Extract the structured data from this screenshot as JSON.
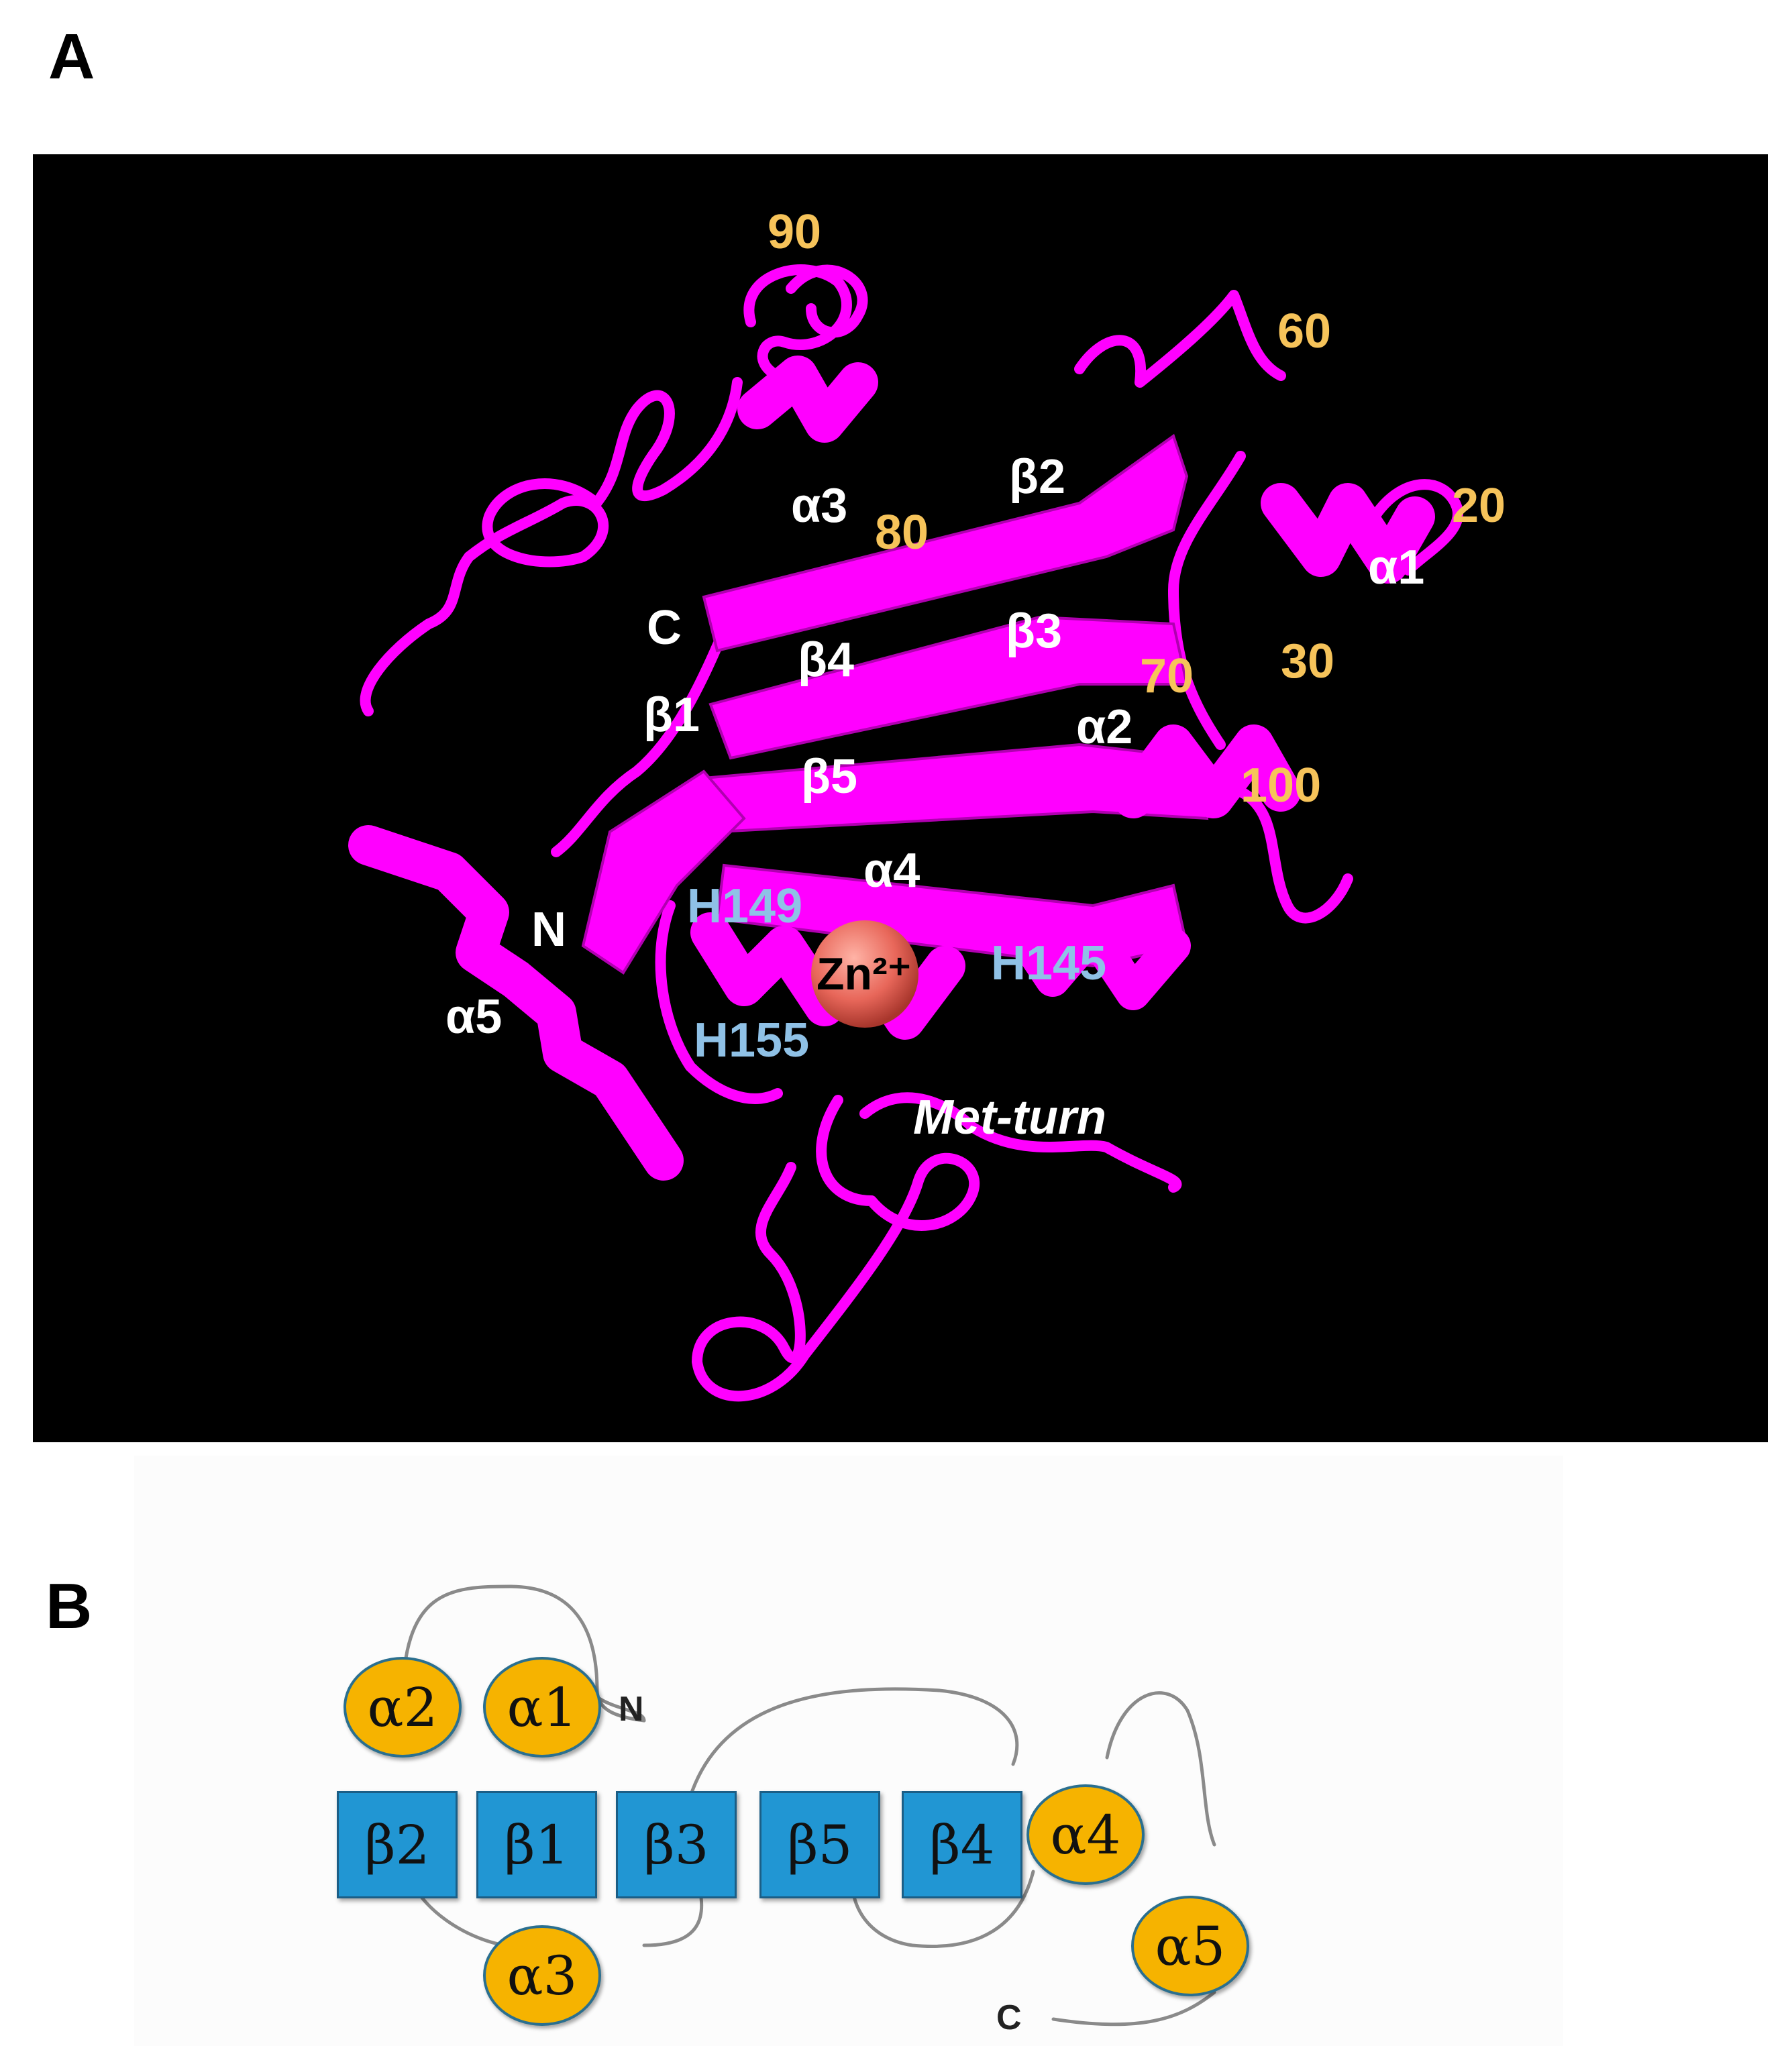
{
  "panel_a": {
    "letter": "A",
    "background": "#000000",
    "ribbon_color": "#ff00ff",
    "zinc_color": "#e8675a",
    "zinc_label": "Zn²⁺",
    "numbers": [
      "90",
      "60",
      "20",
      "80",
      "70",
      "30",
      "100"
    ],
    "elements": {
      "alpha3": "α3",
      "beta2": "β2",
      "alpha1": "α1",
      "C": "C",
      "beta4": "β4",
      "beta3": "β3",
      "beta1": "β1",
      "alpha2": "α2",
      "beta5": "β5",
      "alpha4": "α4",
      "N": "N",
      "alpha5": "α5"
    },
    "residues": [
      "H149",
      "H145",
      "H155"
    ],
    "motif": "Met-turn"
  },
  "panel_b": {
    "letter": "B",
    "helix_color": "#f6b300",
    "strand_color": "#2196d3",
    "helices": [
      "α2",
      "α1",
      "α4",
      "α3",
      "α5"
    ],
    "strands": [
      "β2",
      "β1",
      "β3",
      "β5",
      "β4"
    ],
    "n_term": "N",
    "c_term": "C"
  }
}
